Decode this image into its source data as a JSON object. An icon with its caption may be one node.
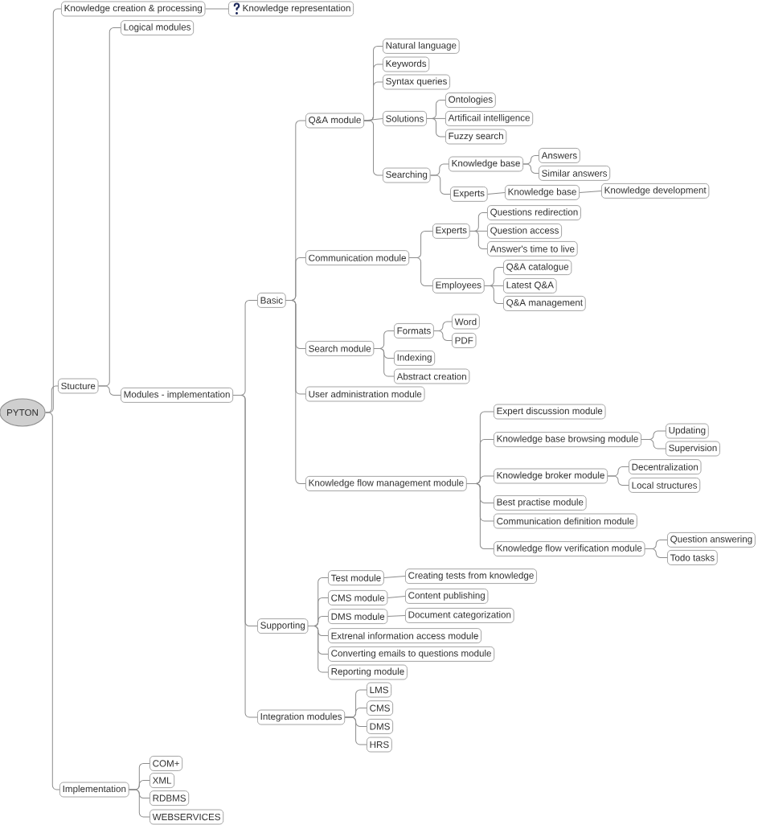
{
  "diagram": {
    "nodes": [
      {
        "text": [
          "PYTON"
        ]
      },
      {
        "text": [
          "Knowledge creation & processing"
        ]
      },
      {
        "text": [
          "Knowledge representation"
        ]
      },
      {
        "text": [
          "Stucture"
        ]
      },
      {
        "text": [
          "Logical modules"
        ]
      },
      {
        "text": [
          "Modules - implementation"
        ]
      },
      {
        "text": [
          "Basic"
        ]
      },
      {
        "text": [
          "Q&A module"
        ]
      },
      {
        "text": [
          "Natural language"
        ]
      },
      {
        "text": [
          "Keywords"
        ]
      },
      {
        "text": [
          "Syntax queries"
        ]
      },
      {
        "text": [
          "Solutions"
        ]
      },
      {
        "text": [
          "Ontologies"
        ]
      },
      {
        "text": [
          "Artificail intelligence"
        ]
      },
      {
        "text": [
          "Fuzzy search"
        ]
      },
      {
        "text": [
          "Searching"
        ]
      },
      {
        "text": [
          "Knowledge base"
        ]
      },
      {
        "text": [
          "Answers"
        ]
      },
      {
        "text": [
          "Similar answers"
        ]
      },
      {
        "text": [
          "Experts"
        ]
      },
      {
        "text": [
          "Knowledge base"
        ]
      },
      {
        "text": [
          "Knowledge development"
        ]
      },
      {
        "text": [
          "Communication module"
        ]
      },
      {
        "text": [
          "Experts"
        ]
      },
      {
        "text": [
          "Questions redirection"
        ]
      },
      {
        "text": [
          "Question access"
        ]
      },
      {
        "text": [
          "Answer's time to live"
        ]
      },
      {
        "text": [
          "Employees"
        ]
      },
      {
        "text": [
          "Q&A catalogue"
        ]
      },
      {
        "text": [
          "Latest Q&A"
        ]
      },
      {
        "text": [
          "Q&A management"
        ]
      },
      {
        "text": [
          "Search module"
        ]
      },
      {
        "text": [
          "Formats"
        ]
      },
      {
        "text": [
          "Word"
        ]
      },
      {
        "text": [
          "PDF"
        ]
      },
      {
        "text": [
          "Indexing"
        ]
      },
      {
        "text": [
          "Abstract creation"
        ]
      },
      {
        "text": [
          "User administration module"
        ]
      },
      {
        "text": [
          "Knowledge flow management module"
        ]
      },
      {
        "text": [
          "Expert discussion module"
        ]
      },
      {
        "text": [
          "Knowledge base browsing module"
        ]
      },
      {
        "text": [
          "Updating"
        ]
      },
      {
        "text": [
          "Supervision"
        ]
      },
      {
        "text": [
          "Knowledge broker module"
        ]
      },
      {
        "text": [
          "Decentralization"
        ]
      },
      {
        "text": [
          "Local structures"
        ]
      },
      {
        "text": [
          "Best practise module"
        ]
      },
      {
        "text": [
          "Communication definition module"
        ]
      },
      {
        "text": [
          "Knowledge flow verification module"
        ]
      },
      {
        "text": [
          "Question answering"
        ]
      },
      {
        "text": [
          "Todo tasks"
        ]
      },
      {
        "text": [
          "Supporting"
        ]
      },
      {
        "text": [
          "Test module"
        ]
      },
      {
        "text": [
          "Creating tests from knowledge"
        ]
      },
      {
        "text": [
          "CMS module"
        ]
      },
      {
        "text": [
          "Content publishing"
        ]
      },
      {
        "text": [
          "DMS module"
        ]
      },
      {
        "text": [
          "Document categorization"
        ]
      },
      {
        "text": [
          "Extrenal information access module"
        ]
      },
      {
        "text": [
          "Converting emails to questions module"
        ]
      },
      {
        "text": [
          "Reporting module"
        ]
      },
      {
        "text": [
          "Integration modules"
        ]
      },
      {
        "text": [
          "LMS"
        ]
      },
      {
        "text": [
          "CMS"
        ]
      },
      {
        "text": [
          "DMS"
        ]
      },
      {
        "text": [
          "HRS"
        ]
      },
      {
        "text": [
          "Implementation"
        ]
      },
      {
        "text": [
          "COM+"
        ]
      },
      {
        "text": [
          "XML"
        ]
      },
      {
        "text": [
          "RDBMS"
        ]
      },
      {
        "text": [
          "WEBSERVICES"
        ]
      }
    ],
    "edges": [
      {
        "from": 0,
        "to": 1,
        "arrow": "none"
      },
      {
        "from": 1,
        "to": 2,
        "arrow": "none"
      },
      {
        "from": 0,
        "to": 3,
        "arrow": "none"
      },
      {
        "from": 3,
        "to": 4,
        "arrow": "none"
      },
      {
        "from": 3,
        "to": 5,
        "arrow": "none"
      },
      {
        "from": 5,
        "to": 6,
        "arrow": "none"
      },
      {
        "from": 6,
        "to": 7,
        "arrow": "none"
      },
      {
        "from": 7,
        "to": 8,
        "arrow": "none"
      },
      {
        "from": 7,
        "to": 9,
        "arrow": "none"
      },
      {
        "from": 7,
        "to": 10,
        "arrow": "none"
      },
      {
        "from": 7,
        "to": 11,
        "arrow": "none"
      },
      {
        "from": 11,
        "to": 12,
        "arrow": "none"
      },
      {
        "from": 11,
        "to": 13,
        "arrow": "none"
      },
      {
        "from": 11,
        "to": 14,
        "arrow": "none"
      },
      {
        "from": 7,
        "to": 15,
        "arrow": "none"
      },
      {
        "from": 15,
        "to": 16,
        "arrow": "none"
      },
      {
        "from": 16,
        "to": 17,
        "arrow": "none"
      },
      {
        "from": 16,
        "to": 18,
        "arrow": "none"
      },
      {
        "from": 15,
        "to": 19,
        "arrow": "none"
      },
      {
        "from": 19,
        "to": 20,
        "arrow": "none"
      },
      {
        "from": 20,
        "to": 21,
        "arrow": "none"
      },
      {
        "from": 6,
        "to": 22,
        "arrow": "none"
      },
      {
        "from": 22,
        "to": 23,
        "arrow": "none"
      },
      {
        "from": 23,
        "to": 24,
        "arrow": "none"
      },
      {
        "from": 23,
        "to": 25,
        "arrow": "none"
      },
      {
        "from": 23,
        "to": 26,
        "arrow": "none"
      },
      {
        "from": 22,
        "to": 27,
        "arrow": "none"
      },
      {
        "from": 27,
        "to": 28,
        "arrow": "none"
      },
      {
        "from": 27,
        "to": 29,
        "arrow": "none"
      },
      {
        "from": 27,
        "to": 30,
        "arrow": "none"
      },
      {
        "from": 6,
        "to": 31,
        "arrow": "none"
      },
      {
        "from": 31,
        "to": 32,
        "arrow": "none"
      },
      {
        "from": 32,
        "to": 33,
        "arrow": "none"
      },
      {
        "from": 32,
        "to": 34,
        "arrow": "none"
      },
      {
        "from": 31,
        "to": 35,
        "arrow": "none"
      },
      {
        "from": 31,
        "to": 36,
        "arrow": "none"
      },
      {
        "from": 6,
        "to": 37,
        "arrow": "none"
      },
      {
        "from": 6,
        "to": 38,
        "arrow": "none"
      },
      {
        "from": 38,
        "to": 39,
        "arrow": "none"
      },
      {
        "from": 38,
        "to": 40,
        "arrow": "none"
      },
      {
        "from": 40,
        "to": 41,
        "arrow": "none"
      },
      {
        "from": 40,
        "to": 42,
        "arrow": "none"
      },
      {
        "from": 38,
        "to": 43,
        "arrow": "none"
      },
      {
        "from": 43,
        "to": 44,
        "arrow": "none"
      },
      {
        "from": 43,
        "to": 45,
        "arrow": "none"
      },
      {
        "from": 38,
        "to": 46,
        "arrow": "none"
      },
      {
        "from": 38,
        "to": 47,
        "arrow": "none"
      },
      {
        "from": 38,
        "to": 48,
        "arrow": "none"
      },
      {
        "from": 48,
        "to": 49,
        "arrow": "none"
      },
      {
        "from": 48,
        "to": 50,
        "arrow": "none"
      },
      {
        "from": 5,
        "to": 51,
        "arrow": "none"
      },
      {
        "from": 51,
        "to": 52,
        "arrow": "none"
      },
      {
        "from": 52,
        "to": 53,
        "arrow": "none"
      },
      {
        "from": 51,
        "to": 54,
        "arrow": "none"
      },
      {
        "from": 54,
        "to": 55,
        "arrow": "none"
      },
      {
        "from": 51,
        "to": 56,
        "arrow": "none"
      },
      {
        "from": 56,
        "to": 57,
        "arrow": "none"
      },
      {
        "from": 51,
        "to": 58,
        "arrow": "none"
      },
      {
        "from": 51,
        "to": 59,
        "arrow": "none"
      },
      {
        "from": 51,
        "to": 60,
        "arrow": "none"
      },
      {
        "from": 5,
        "to": 61,
        "arrow": "none"
      },
      {
        "from": 61,
        "to": 62,
        "arrow": "none"
      },
      {
        "from": 61,
        "to": 63,
        "arrow": "none"
      },
      {
        "from": 61,
        "to": 64,
        "arrow": "none"
      },
      {
        "from": 61,
        "to": 65,
        "arrow": "none"
      },
      {
        "from": 0,
        "to": 66,
        "arrow": "none"
      },
      {
        "from": 66,
        "to": 67,
        "arrow": "none"
      },
      {
        "from": 66,
        "to": 68,
        "arrow": "none"
      },
      {
        "from": 66,
        "to": 69,
        "arrow": "none"
      },
      {
        "from": 66,
        "to": 70,
        "arrow": "none"
      }
    ]
  }
}
